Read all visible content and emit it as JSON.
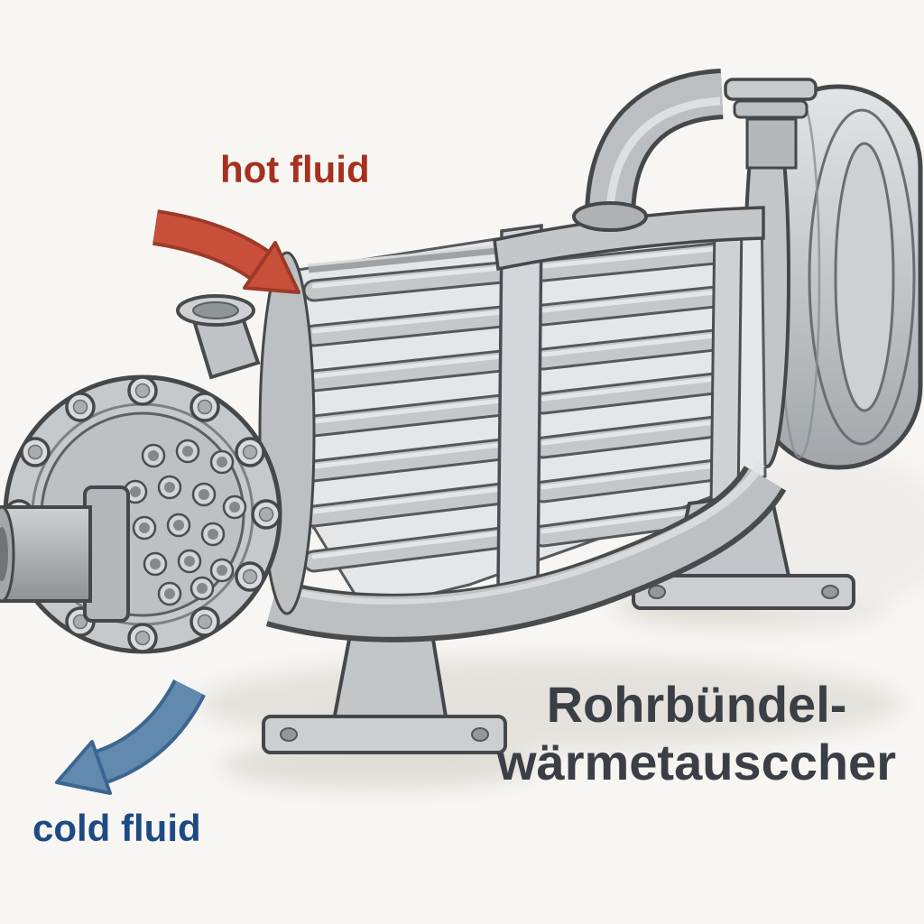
{
  "diagram": {
    "labels": {
      "hot": "hot fluid",
      "cold": "cold fluid"
    },
    "title": {
      "line1": "Rohrbündel-",
      "line2": "wärmetausccher"
    },
    "colors": {
      "background": "#f7f6f3",
      "hot_text": "#a5301f",
      "hot_arrow": "#c8503a",
      "cold_text": "#1d4a85",
      "cold_arrow": "#6289ae",
      "metal_light": "#dfe1e2",
      "metal_mid": "#bcc0c2",
      "metal_dark": "#8f9496",
      "outline": "#44484b",
      "title_text": "#3b3f45"
    },
    "subject": "Cutaway illustration of a shell-and-tube heat exchanger"
  }
}
